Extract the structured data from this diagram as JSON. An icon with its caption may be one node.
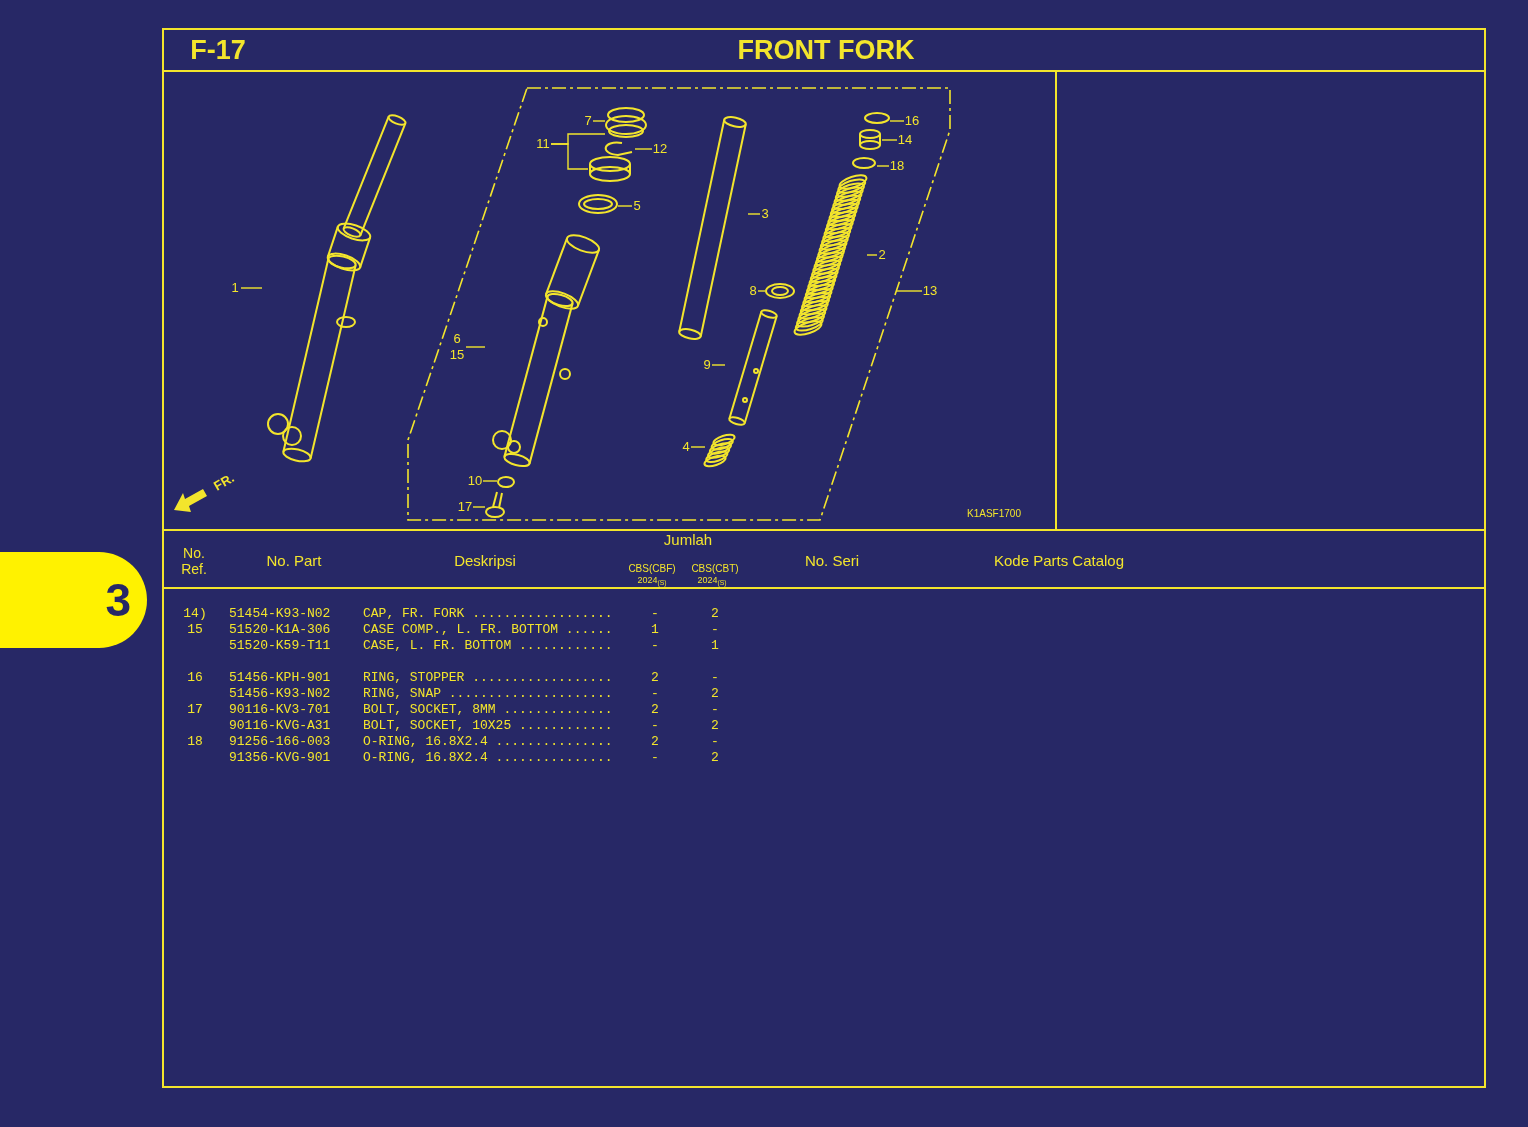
{
  "diagram": {
    "title": "FRONT FORK",
    "nodes": [
      {
        "text": [],
        "shape": "picture"
      },
      {
        "text": [
          "1"
        ]
      },
      {
        "text": [],
        "shape": "parallelogram"
      },
      {
        "text": [],
        "shape": "circle",
        "in": 2
      },
      {
        "text": [],
        "shape": "picture",
        "in": 2
      },
      {
        "text": [],
        "shape": "picture",
        "in": 2
      },
      {
        "text": [],
        "shape": "picture",
        "in": 2
      },
      {
        "text": [],
        "shape": "picture",
        "in": 2
      },
      {
        "text": [],
        "shape": "circle",
        "in": 2
      },
      {
        "text": [],
        "shape": "picture",
        "in": 2
      },
      {
        "text": [],
        "shape": "picture",
        "in": 2
      },
      {
        "text": [],
        "shape": "picture",
        "in": 2
      },
      {
        "text": [],
        "shape": "picture",
        "in": 2
      },
      {
        "text": [],
        "shape": "picture",
        "in": 2
      },
      {
        "text": [],
        "shape": "circle",
        "in": 2
      },
      {
        "text": [],
        "shape": "picture",
        "in": 2
      },
      {
        "text": [],
        "shape": "circle",
        "in": 2
      },
      {
        "text": [],
        "shape": "picture",
        "in": 2
      },
      {
        "text": [
          "7"
        ],
        "in": 2
      },
      {
        "text": [
          "11"
        ],
        "in": 2
      },
      {
        "text": [
          "12"
        ],
        "in": 2
      },
      {
        "text": [
          "5"
        ],
        "in": 2
      },
      {
        "text": [
          "6",
          "15"
        ],
        "in": 2
      },
      {
        "text": [
          "10"
        ],
        "in": 2
      },
      {
        "text": [
          "17"
        ],
        "in": 2
      },
      {
        "text": [
          "3"
        ],
        "in": 2
      },
      {
        "text": [
          "8"
        ],
        "in": 2
      },
      {
        "text": [
          "9"
        ],
        "in": 2
      },
      {
        "text": [
          "4"
        ],
        "in": 2
      },
      {
        "text": [
          "16"
        ],
        "in": 2
      },
      {
        "text": [
          "14"
        ],
        "in": 2
      },
      {
        "text": [
          "18"
        ],
        "in": 2
      },
      {
        "text": [
          "2"
        ],
        "in": 2
      },
      {
        "text": [
          "13"
        ]
      },
      {
        "text": [
          "3"
        ]
      }
    ],
    "edges": [
      {
        "from": 1,
        "to": 0,
        "arrow": "none"
      },
      {
        "from": 18,
        "to": 3,
        "arrow": "none"
      },
      {
        "from": 19,
        "to": 3,
        "arrow": "none"
      },
      {
        "from": 19,
        "to": 5,
        "arrow": "none"
      },
      {
        "from": 20,
        "to": 4,
        "arrow": "none"
      },
      {
        "from": 21,
        "to": 6,
        "arrow": "none"
      },
      {
        "from": 22,
        "to": 7,
        "arrow": "none"
      },
      {
        "from": 23,
        "to": 8,
        "arrow": "none"
      },
      {
        "from": 24,
        "to": 9,
        "arrow": "none"
      },
      {
        "from": 25,
        "to": 10,
        "arrow": "none"
      },
      {
        "from": 26,
        "to": 11,
        "arrow": "none"
      },
      {
        "from": 27,
        "to": 12,
        "arrow": "none"
      },
      {
        "from": 28,
        "to": 13,
        "arrow": "none"
      },
      {
        "from": 29,
        "to": 14,
        "arrow": "none"
      },
      {
        "from": 30,
        "to": 15,
        "arrow": "none"
      },
      {
        "from": 31,
        "to": 16,
        "arrow": "none"
      },
      {
        "from": 32,
        "to": 17,
        "arrow": "none"
      },
      {
        "from": 33,
        "to": 2,
        "arrow": "none"
      }
    ],
    "labels": [
      "F-17",
      "FR.",
      "K1ASF1700",
      "No. Ref.",
      "No. Part",
      "Deskripsi",
      "Jumlah",
      "CBS(CBF)",
      "CBS(CBT)",
      "2024$_{(S)}$",
      "2024$_{(S)}$",
      "No. Seri",
      "Kode Parts Catalog",
      "14)",
      "51454-K93-N02",
      "CAP, FR. FORK ..................",
      "-",
      "2",
      "15",
      "51520-K1A-306",
      "CASE COMP., L. FR. BOTTOM ......",
      "1",
      "-",
      "51520-K59-T11",
      "CASE, L. FR. BOTTOM ............",
      "-",
      "1",
      "16",
      "51456-KPH-901",
      "RING, STOPPER ..................",
      "2",
      "-",
      "51456-K93-N02",
      "RING, SNAP .....................",
      "-",
      "2",
      "17",
      "90116-KV3-701",
      "BOLT, SOCKET, 8MM ..............",
      "2",
      "-",
      "90116-KVG-A31",
      "BOLT, SOCKET, 10X25 ............",
      "-",
      "2",
      "18",
      "91256-166-003",
      "O-RING, 16.8X2.4 ...............",
      "2",
      "-",
      "91356-KVG-901",
      "O-RING, 16.8X2.4 ...............",
      "-",
      "2"
    ]
  }
}
